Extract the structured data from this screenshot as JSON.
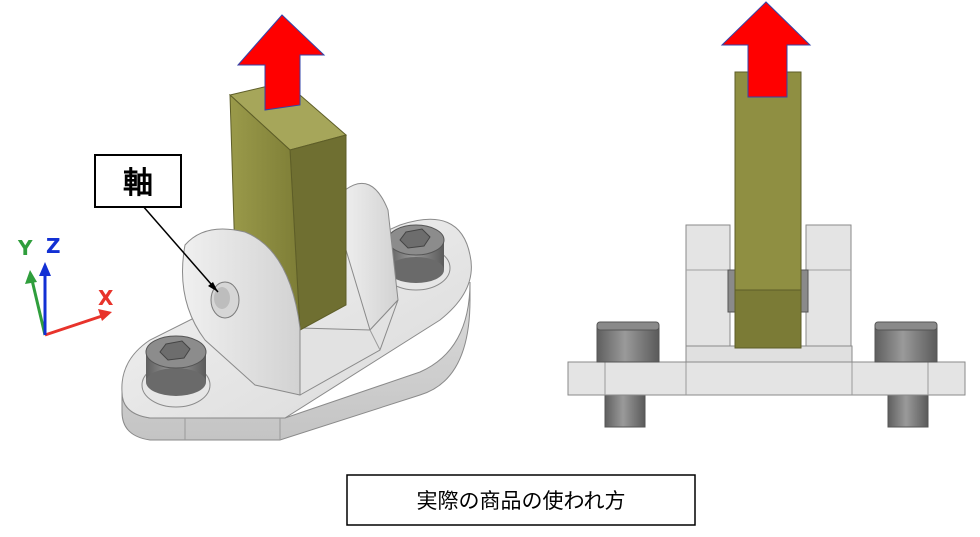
{
  "callout": {
    "label": "軸"
  },
  "axes": {
    "x_label": "X",
    "y_label": "Y",
    "z_label": "Z",
    "x_color": "#e8332b",
    "y_color": "#2f9e3c",
    "z_color": "#1230d4"
  },
  "caption": {
    "text": "実際の商品の使われ方"
  },
  "colors": {
    "arrow": "#ff0000",
    "link_body": "#8c8c3e",
    "base_part": "#dcdcdc",
    "bolt": "#7d7d7d"
  }
}
